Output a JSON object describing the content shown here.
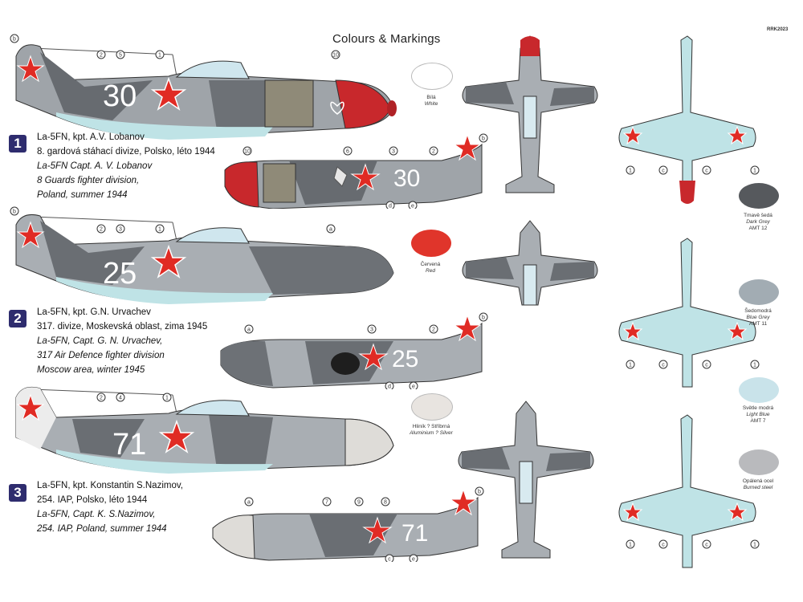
{
  "header": {
    "title": "Colours & Markings",
    "code": "RRK2023"
  },
  "aircraft": [
    {
      "id": "1",
      "num": "30",
      "cz": [
        "La-5FN, kpt. A.V. Lobanov",
        "8. gardová stáhací divize, Polsko, léto 1944"
      ],
      "en": [
        "La-5FN Capt. A. V. Lobanov",
        "8 Guards fighter division,",
        "Poland, summer 1944"
      ]
    },
    {
      "id": "2",
      "num": "25",
      "cz": [
        "La-5FN, kpt. G.N. Urvachev",
        "317. divize, Moskevská oblast, zima 1945"
      ],
      "en": [
        "La-5FN,  Capt. G. N. Urvachev,",
        "317 Air Defence fighter division",
        "Moscow area, winter 1945"
      ]
    },
    {
      "id": "3",
      "num": "71",
      "cz": [
        "La-5FN, kpt. Konstantin S.Nazimov,",
        "254. IAP, Polsko, léto 1944"
      ],
      "en": [
        "La-5FN, Capt. K. S.Nazimov,",
        "254. IAP, Poland, summer 1944"
      ]
    }
  ],
  "swatches": [
    {
      "name": "white",
      "color": "#ffffff",
      "cz": "Bílá",
      "en": "White"
    },
    {
      "name": "red",
      "color": "#e0352b",
      "cz": "Červená",
      "en": "Red"
    },
    {
      "name": "aluminium",
      "color": "#e8e4e0",
      "cz": "Hliník ? Stříbrná",
      "en": "Aluminium ? Silver"
    },
    {
      "name": "dark-grey",
      "color": "#56595d",
      "cz": "Tmavě šedá",
      "en": "Dark Grey",
      "code": "AMT 12"
    },
    {
      "name": "blue-grey",
      "color": "#a2acb3",
      "cz": "Šedomodrá",
      "en": "Blue Grey",
      "code": "AMT 11"
    },
    {
      "name": "light-blue",
      "color": "#c9e3ea",
      "cz": "Světle modrá",
      "en": "Light Blue",
      "code": "AMT 7"
    },
    {
      "name": "burned-steel",
      "color": "#b9babd",
      "cz": "Opálená ocel",
      "en": "Burned steel"
    }
  ],
  "callouts": [
    "b",
    "1",
    "2",
    "3",
    "4",
    "5",
    "6",
    "7",
    "8",
    "9",
    "10",
    "a",
    "c",
    "d",
    "e"
  ],
  "colors": {
    "camo_dark": "#6a6e73",
    "camo_light": "#a9aeb3",
    "underside": "#bfe3e6",
    "star": "#e02b24",
    "cowl_red": "#c8282c",
    "badge": "#2e2c6e"
  }
}
